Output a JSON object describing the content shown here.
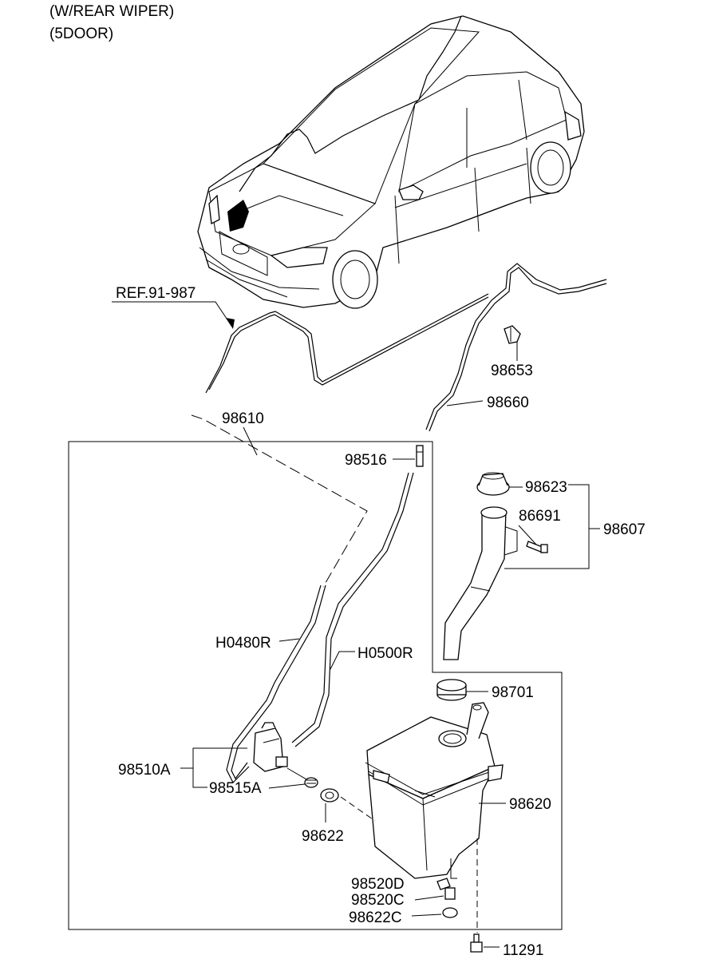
{
  "header": {
    "line1": "(W/REAR WIPER)",
    "line2": "(5DOOR)"
  },
  "labels": {
    "ref": "REF.91-987",
    "p98653": "98653",
    "p98660": "98660",
    "p98610": "98610",
    "p98516": "98516",
    "p98623": "98623",
    "p86691": "86691",
    "p98607": "98607",
    "pH0480R": "H0480R",
    "pH0500R": "H0500R",
    "p98701": "98701",
    "p98510A": "98510A",
    "p98515A": "98515A",
    "p98620": "98620",
    "p98622": "98622",
    "p98520D": "98520D",
    "p98520C": "98520C",
    "p98622C": "98622C",
    "p11291": "11291"
  },
  "icons": [
    "car-icon",
    "washer-reservoir-icon",
    "washer-pump-icon",
    "filler-neck-icon",
    "bolt-icon",
    "cap-icon",
    "grommet-icon",
    "nozzle-icon",
    "hose-icon",
    "clip-icon"
  ]
}
